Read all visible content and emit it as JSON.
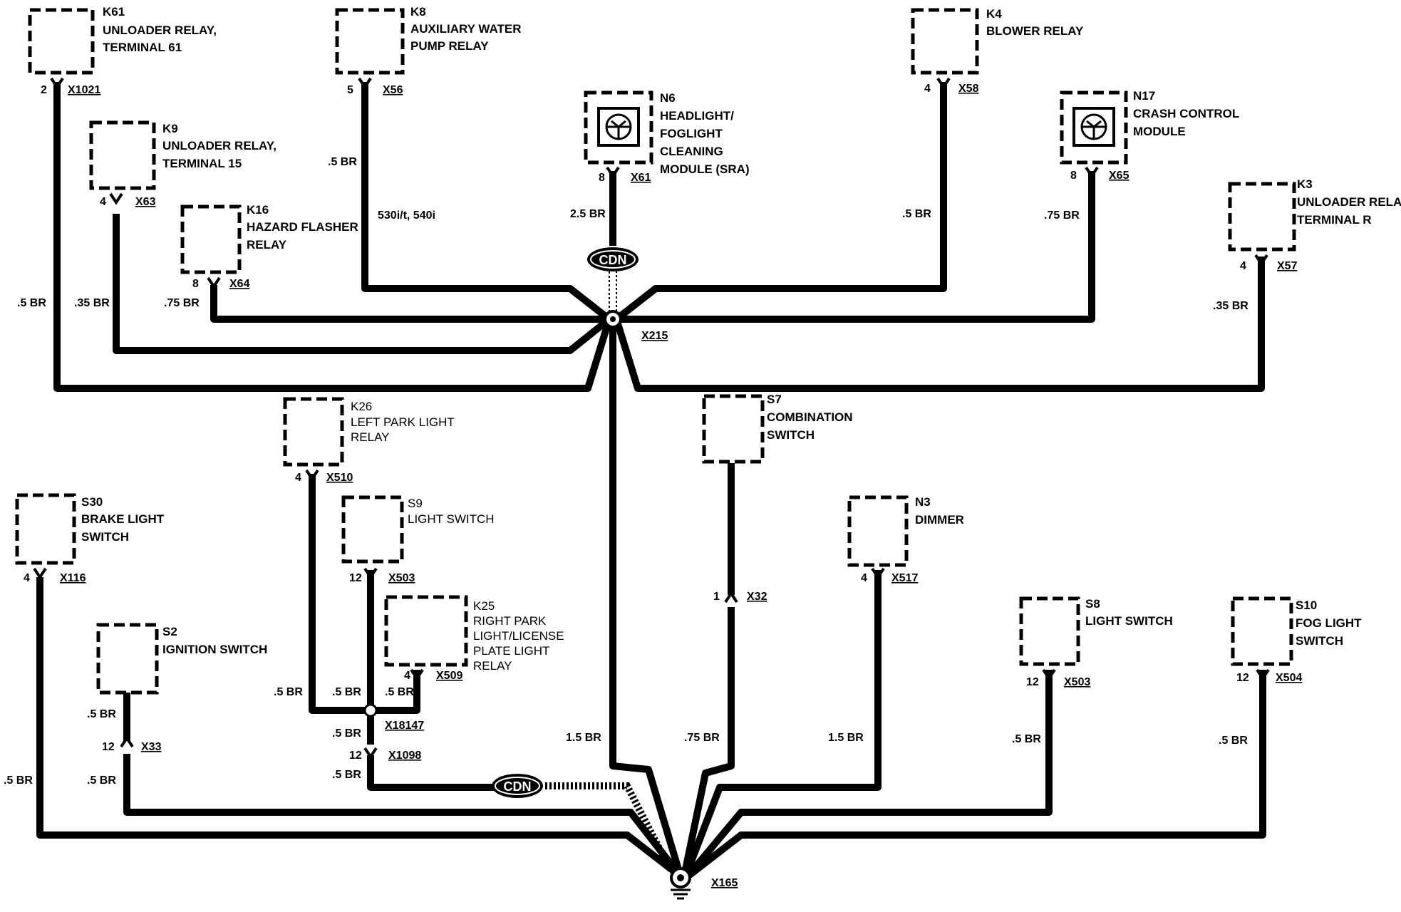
{
  "components": {
    "k61": {
      "id": "K61",
      "line1": "UNLOADER RELAY,",
      "line2": "TERMINAL 61",
      "pin": "2",
      "connector": "X1021"
    },
    "k8": {
      "id": "K8",
      "line1": "AUXILIARY WATER",
      "line2": "PUMP RELAY",
      "pin": "5",
      "connector": "X56"
    },
    "k4": {
      "id": "K4",
      "line1": "BLOWER RELAY",
      "pin": "4",
      "connector": "X58"
    },
    "k9": {
      "id": "K9",
      "line1": "UNLOADER RELAY,",
      "line2": "TERMINAL 15",
      "pin": "4",
      "connector": "X63"
    },
    "k16": {
      "id": "K16",
      "line1": "HAZARD FLASHER",
      "line2": "RELAY",
      "pin": "8",
      "connector": "X64"
    },
    "n6": {
      "id": "N6",
      "line1": "HEADLIGHT/",
      "line2": "FOGLIGHT",
      "line3": "CLEANING",
      "line4": "MODULE (SRA)",
      "pin": "8",
      "connector": "X61"
    },
    "n17": {
      "id": "N17",
      "line1": "CRASH CONTROL",
      "line2": "MODULE",
      "pin": "8",
      "connector": "X65"
    },
    "k3": {
      "id": "K3",
      "line1": "UNLOADER RELAY,",
      "line2": "TERMINAL R",
      "pin": "4",
      "connector": "X57"
    },
    "k26": {
      "id": "K26",
      "line1": "LEFT PARK LIGHT",
      "line2": "RELAY",
      "pin": "4",
      "connector": "X510"
    },
    "s7": {
      "id": "S7",
      "line1": "COMBINATION",
      "line2": "SWITCH",
      "pin": "1",
      "connector": "X32"
    },
    "s30": {
      "id": "S30",
      "line1": "BRAKE LIGHT",
      "line2": "SWITCH",
      "pin": "4",
      "connector": "X116"
    },
    "s9": {
      "id": "S9",
      "line1": "LIGHT SWITCH",
      "pin": "12",
      "connector": "X503"
    },
    "k25": {
      "id": "K25",
      "line1": "RIGHT PARK",
      "line2": "LIGHT/LICENSE",
      "line3": "PLATE LIGHT",
      "line4": "RELAY",
      "pin": "4",
      "connector": "X509"
    },
    "n3": {
      "id": "N3",
      "line1": "DIMMER",
      "pin": "4",
      "connector": "X517"
    },
    "s2": {
      "id": "S2",
      "line1": "IGNITION SWITCH",
      "pin": "12",
      "connector": "X33"
    },
    "s8": {
      "id": "S8",
      "line1": "LIGHT SWITCH",
      "pin": "12",
      "connector": "X503"
    },
    "s10": {
      "id": "S10",
      "line1": "FOG LIGHT",
      "line2": "SWITCH",
      "pin": "12",
      "connector": "X504"
    }
  },
  "splices": {
    "x215": "X215",
    "x18147": "X18147",
    "x1098": "X1098",
    "x1098_pin": "12",
    "ground": "X165"
  },
  "shield": "CDN",
  "wires": {
    "k61": ".5 BR",
    "k9": ".35 BR",
    "k16": ".75 BR",
    "k8": ".5 BR",
    "k8_note": "530i/t, 540i",
    "n6": "2.5 BR",
    "k4": ".5 BR",
    "n17": ".75 BR",
    "k3": ".35 BR",
    "k26": ".5 BR",
    "s9": ".5 BR",
    "k25": ".5 BR",
    "s9_below": ".5 BR",
    "x1098_below": ".5 BR",
    "s2_upper": ".5 BR",
    "s2_lower": ".5 BR",
    "s30": ".5 BR",
    "trunk": "1.5 BR",
    "s7": ".75 BR",
    "n3": "1.5 BR",
    "s8": ".5 BR",
    "s10": ".5 BR"
  }
}
